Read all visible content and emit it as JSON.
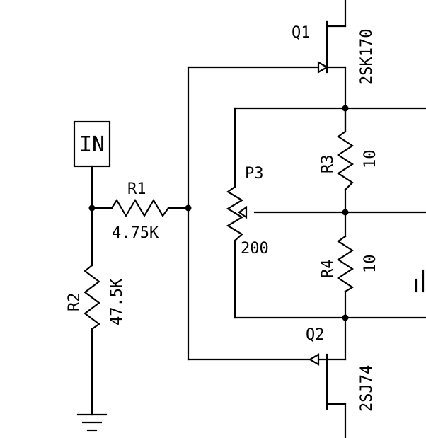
{
  "schematic": {
    "input_label": "IN",
    "components": {
      "q1": {
        "ref": "Q1",
        "part": "2SK170"
      },
      "q2": {
        "ref": "Q2",
        "part": "2SJ74"
      },
      "r1": {
        "ref": "R1",
        "value": "4.75K"
      },
      "r2": {
        "ref": "R2",
        "value": "47.5K"
      },
      "r3": {
        "ref": "R3",
        "value": "10"
      },
      "r4": {
        "ref": "R4",
        "value": "10"
      },
      "p3": {
        "ref": "P3",
        "value": "200"
      }
    }
  }
}
